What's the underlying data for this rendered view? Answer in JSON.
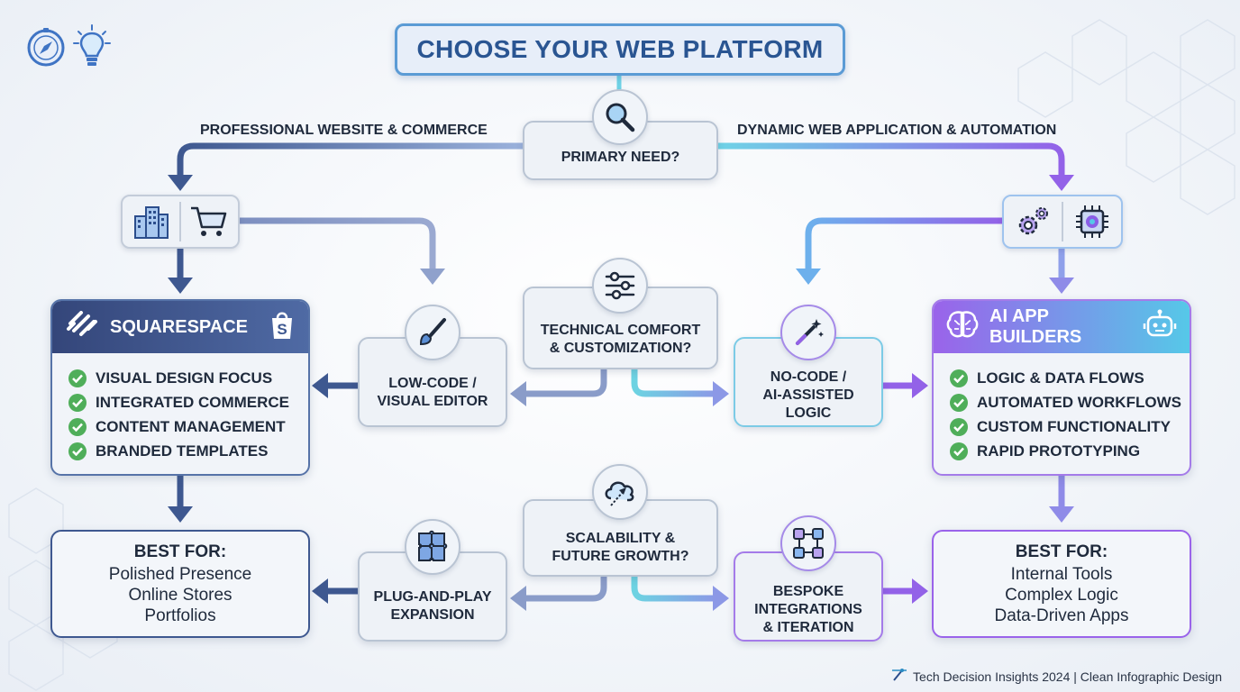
{
  "title": "CHOOSE YOUR WEB PLATFORM",
  "primary_question": "PRIMARY NEED?",
  "branches": {
    "left_label": "PROFESSIONAL WEBSITE & COMMERCE",
    "right_label": "DYNAMIC WEB APPLICATION & AUTOMATION"
  },
  "questions": {
    "technical": [
      "TECHNICAL COMFORT",
      "& CUSTOMIZATION?"
    ],
    "scalability": [
      "SCALABILITY &",
      "FUTURE GROWTH?"
    ]
  },
  "middle_nodes": {
    "low_code": [
      "LOW-CODE /",
      "VISUAL EDITOR"
    ],
    "no_code": [
      "NO-CODE /",
      "AI-ASSISTED",
      "LOGIC"
    ],
    "plug_and_play": [
      "PLUG-AND-PLAY",
      "EXPANSION"
    ],
    "bespoke": [
      "BESPOKE",
      "INTEGRATIONS",
      "& ITERATION"
    ]
  },
  "left_card": {
    "title": "SQUARESPACE",
    "features": [
      "VISUAL DESIGN FOCUS",
      "INTEGRATED COMMERCE",
      "CONTENT MANAGEMENT",
      "BRANDED TEMPLATES"
    ]
  },
  "right_card": {
    "title": "AI APP BUILDERS",
    "features": [
      "LOGIC & DATA FLOWS",
      "AUTOMATED WORKFLOWS",
      "CUSTOM FUNCTIONALITY",
      "RAPID PROTOTYPING"
    ]
  },
  "left_best": {
    "heading": "BEST FOR:",
    "items": [
      "Polished Presence",
      "Online Stores",
      "Portfolios"
    ]
  },
  "right_best": {
    "heading": "BEST FOR:",
    "items": [
      "Internal Tools",
      "Complex Logic",
      "Data-Driven Apps"
    ]
  },
  "footer": "Tech Decision Insights 2024 | Clean Infographic Design",
  "icons": [
    "compass-icon",
    "lightbulb-icon",
    "search-icon",
    "building-icon",
    "cart-icon",
    "gear-icon",
    "ai-chip-icon",
    "sliders-icon",
    "paintbrush-icon",
    "magic-wand-icon",
    "cloud-icon",
    "puzzle-icon",
    "flow-nodes-icon",
    "squarespace-logo-icon",
    "shopify-bag-icon",
    "brain-icon",
    "robot-icon",
    "check-icon"
  ],
  "colors": {
    "left_accent": "#3e5890",
    "right_accent_start": "#8a5ee6",
    "right_accent_end": "#56c8e8",
    "title_blue": "#2a5592",
    "check_green": "#4fae5a"
  }
}
